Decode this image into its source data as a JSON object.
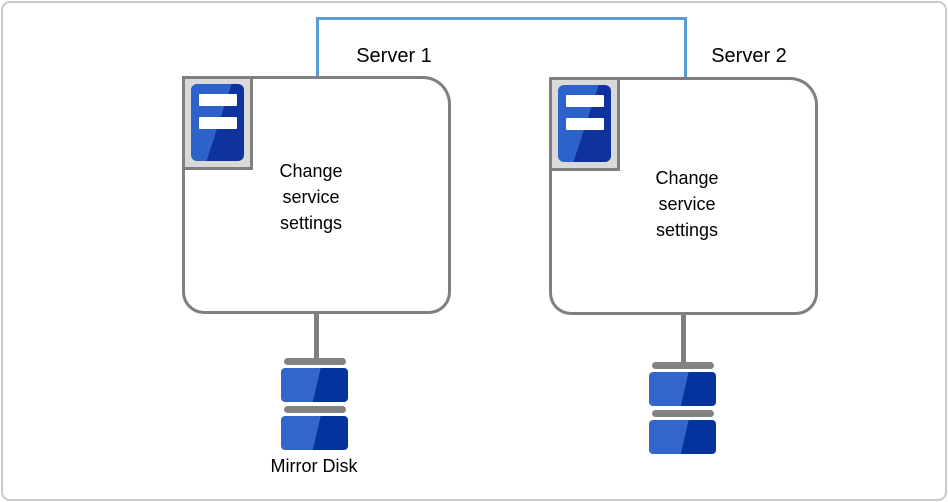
{
  "diagram": {
    "title_hint": "two-server mirror-disk cluster diagram",
    "interconnect": {
      "type": "network-link",
      "color": "#5b9bd5"
    },
    "servers": [
      {
        "label": "Server 1",
        "caption": "Change\nservice\nsettings",
        "icon": "server-icon"
      },
      {
        "label": "Server 2",
        "caption": "Change\nservice\nsettings",
        "icon": "server-icon"
      }
    ],
    "disks": [
      {
        "label": "Mirror Disk",
        "icon": "disk-stack-icon"
      },
      {
        "label": "",
        "icon": "disk-stack-icon"
      }
    ],
    "colors": {
      "box_border": "#7f7f7f",
      "connector_blue": "#5b9bd5",
      "connector_gray": "#7f7f7f",
      "disk_blue_light": "#3366cc",
      "disk_blue_dark": "#05339e",
      "icon_tile_bg": "#d9d9d9",
      "canvas_border": "#c9c9c9"
    }
  }
}
